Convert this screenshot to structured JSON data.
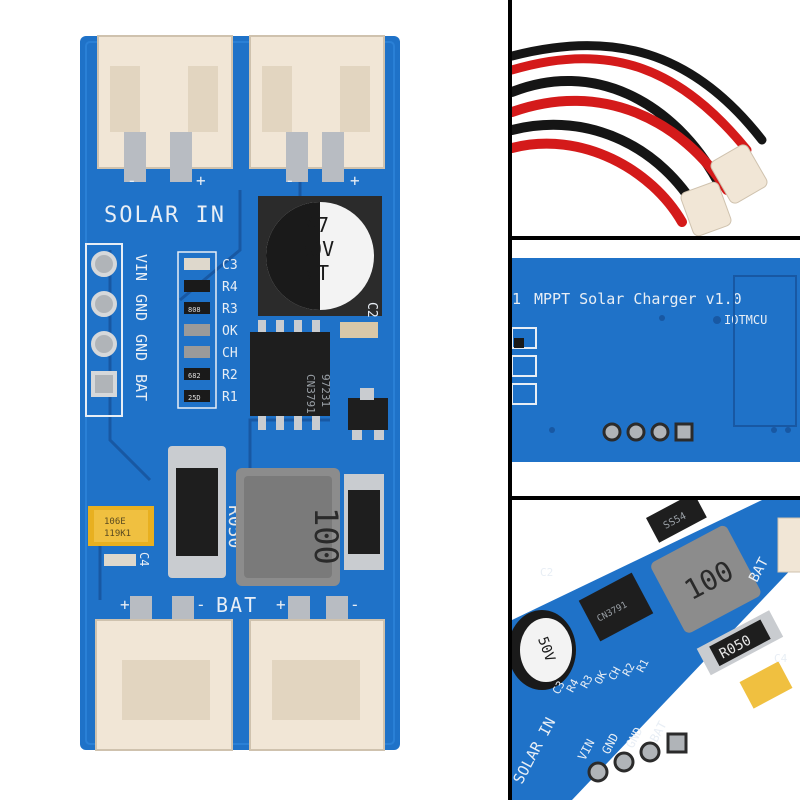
{
  "main_board": {
    "silkscreen": {
      "solar_in": "SOLAR IN",
      "bat": "BAT",
      "pins": [
        "VIN",
        "GND",
        "GND",
        "BAT"
      ],
      "component_refs": [
        "C3",
        "R4",
        "R3",
        "OK",
        "CH",
        "R2",
        "R1",
        "C2",
        "C4"
      ],
      "plus": "+",
      "minus": "-"
    },
    "capacitor": {
      "line1": "47",
      "line2": "50V",
      "line3": "VT"
    },
    "ic": {
      "line1": "97231",
      "line2": "CN3791"
    },
    "resistor": "R050",
    "inductor": "100",
    "tantalum": {
      "line1": "106E",
      "line2": "119K1"
    },
    "small_resistors": [
      "808",
      "682",
      "25D"
    ]
  },
  "back_view": {
    "title": "MPPT Solar Charger v1.0",
    "title_prefix": "1",
    "brand": "IOTMCU"
  },
  "angled_view": {
    "inductor": "100",
    "resistor": "R050",
    "diode": "SS54",
    "ic": "CN3791",
    "capacitor": "50V",
    "pins": [
      "VIN",
      "GND",
      "GND",
      "BAT"
    ],
    "labels": [
      "SOLAR IN",
      "BAT",
      "C2",
      "C3",
      "C4",
      "R4",
      "R3",
      "OK",
      "CH",
      "R2",
      "R1"
    ]
  },
  "colors": {
    "pcb": "#1f72c8",
    "pcb_dark": "#1858a3",
    "connector": "#f1e6d6",
    "wire_red": "#d41a1a",
    "wire_black": "#151515"
  }
}
